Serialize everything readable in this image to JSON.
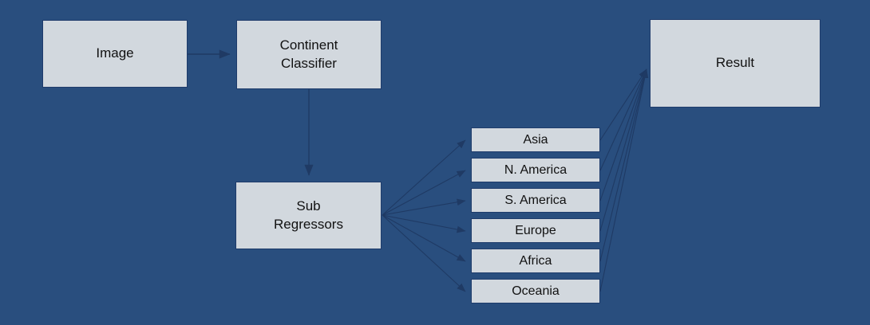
{
  "diagram": {
    "nodes": {
      "image": "Image",
      "continent_classifier": "Continent\nClassifier",
      "sub_regressors": "Sub\nRegressors",
      "result": "Result",
      "continents": [
        "Asia",
        "N. America",
        "S. America",
        "Europe",
        "Africa",
        "Oceania"
      ]
    },
    "edges": [
      {
        "from": "image",
        "to": "continent-classifier"
      },
      {
        "from": "continent-classifier",
        "to": "sub-regressors"
      },
      {
        "from": "sub-regressors",
        "to": "asia"
      },
      {
        "from": "sub-regressors",
        "to": "n-america"
      },
      {
        "from": "sub-regressors",
        "to": "s-america"
      },
      {
        "from": "sub-regressors",
        "to": "europe"
      },
      {
        "from": "sub-regressors",
        "to": "africa"
      },
      {
        "from": "sub-regressors",
        "to": "oceania"
      },
      {
        "from": "asia",
        "to": "result"
      },
      {
        "from": "n-america",
        "to": "result"
      },
      {
        "from": "s-america",
        "to": "result"
      },
      {
        "from": "europe",
        "to": "result"
      },
      {
        "from": "africa",
        "to": "result"
      },
      {
        "from": "oceania",
        "to": "result"
      }
    ],
    "colors": {
      "background": "#294e7e",
      "node_fill": "#d2d8de",
      "node_border": "#1e3b6b",
      "arrow": "#1f3a64",
      "text": "#111111"
    }
  }
}
